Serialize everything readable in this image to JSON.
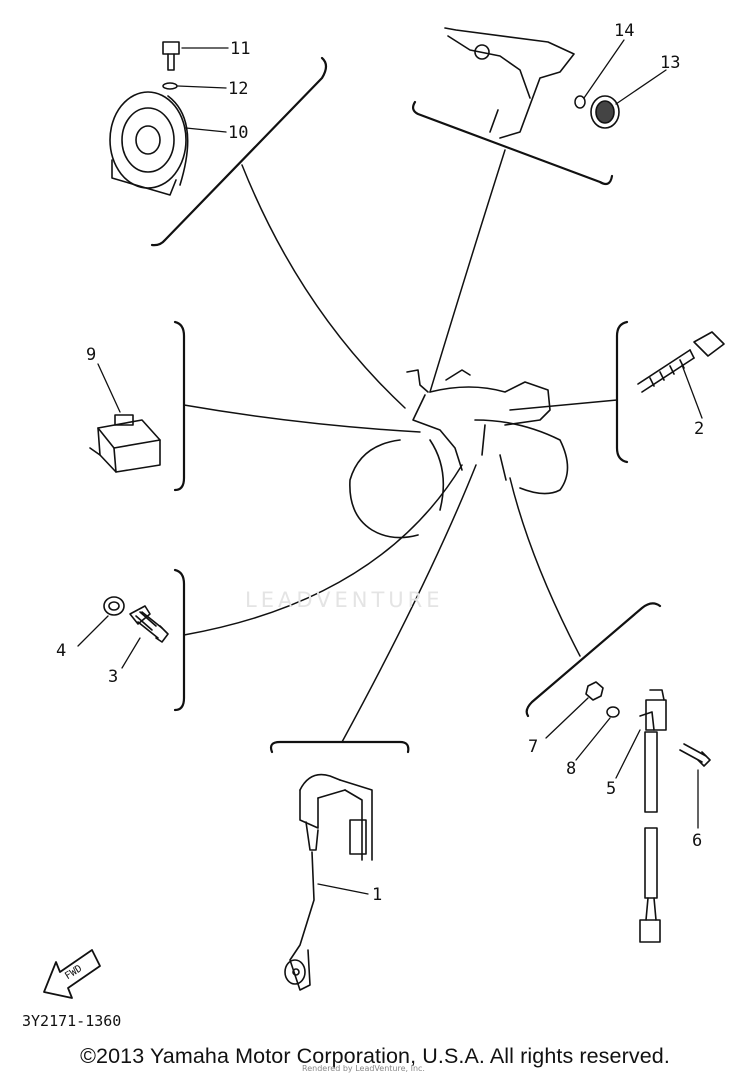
{
  "diagram": {
    "part_labels": [
      "1",
      "2",
      "3",
      "4",
      "5",
      "6",
      "7",
      "8",
      "9",
      "10",
      "11",
      "12",
      "13",
      "14"
    ],
    "fwd_label": "FWD",
    "drawing_code": "3Y2171-1360",
    "watermark": "LEADVENTURE",
    "credit": "Rendered by LeadVenture, Inc.",
    "copyright": "©2013 Yamaha Motor Corporation, U.S.A. All rights reserved."
  }
}
